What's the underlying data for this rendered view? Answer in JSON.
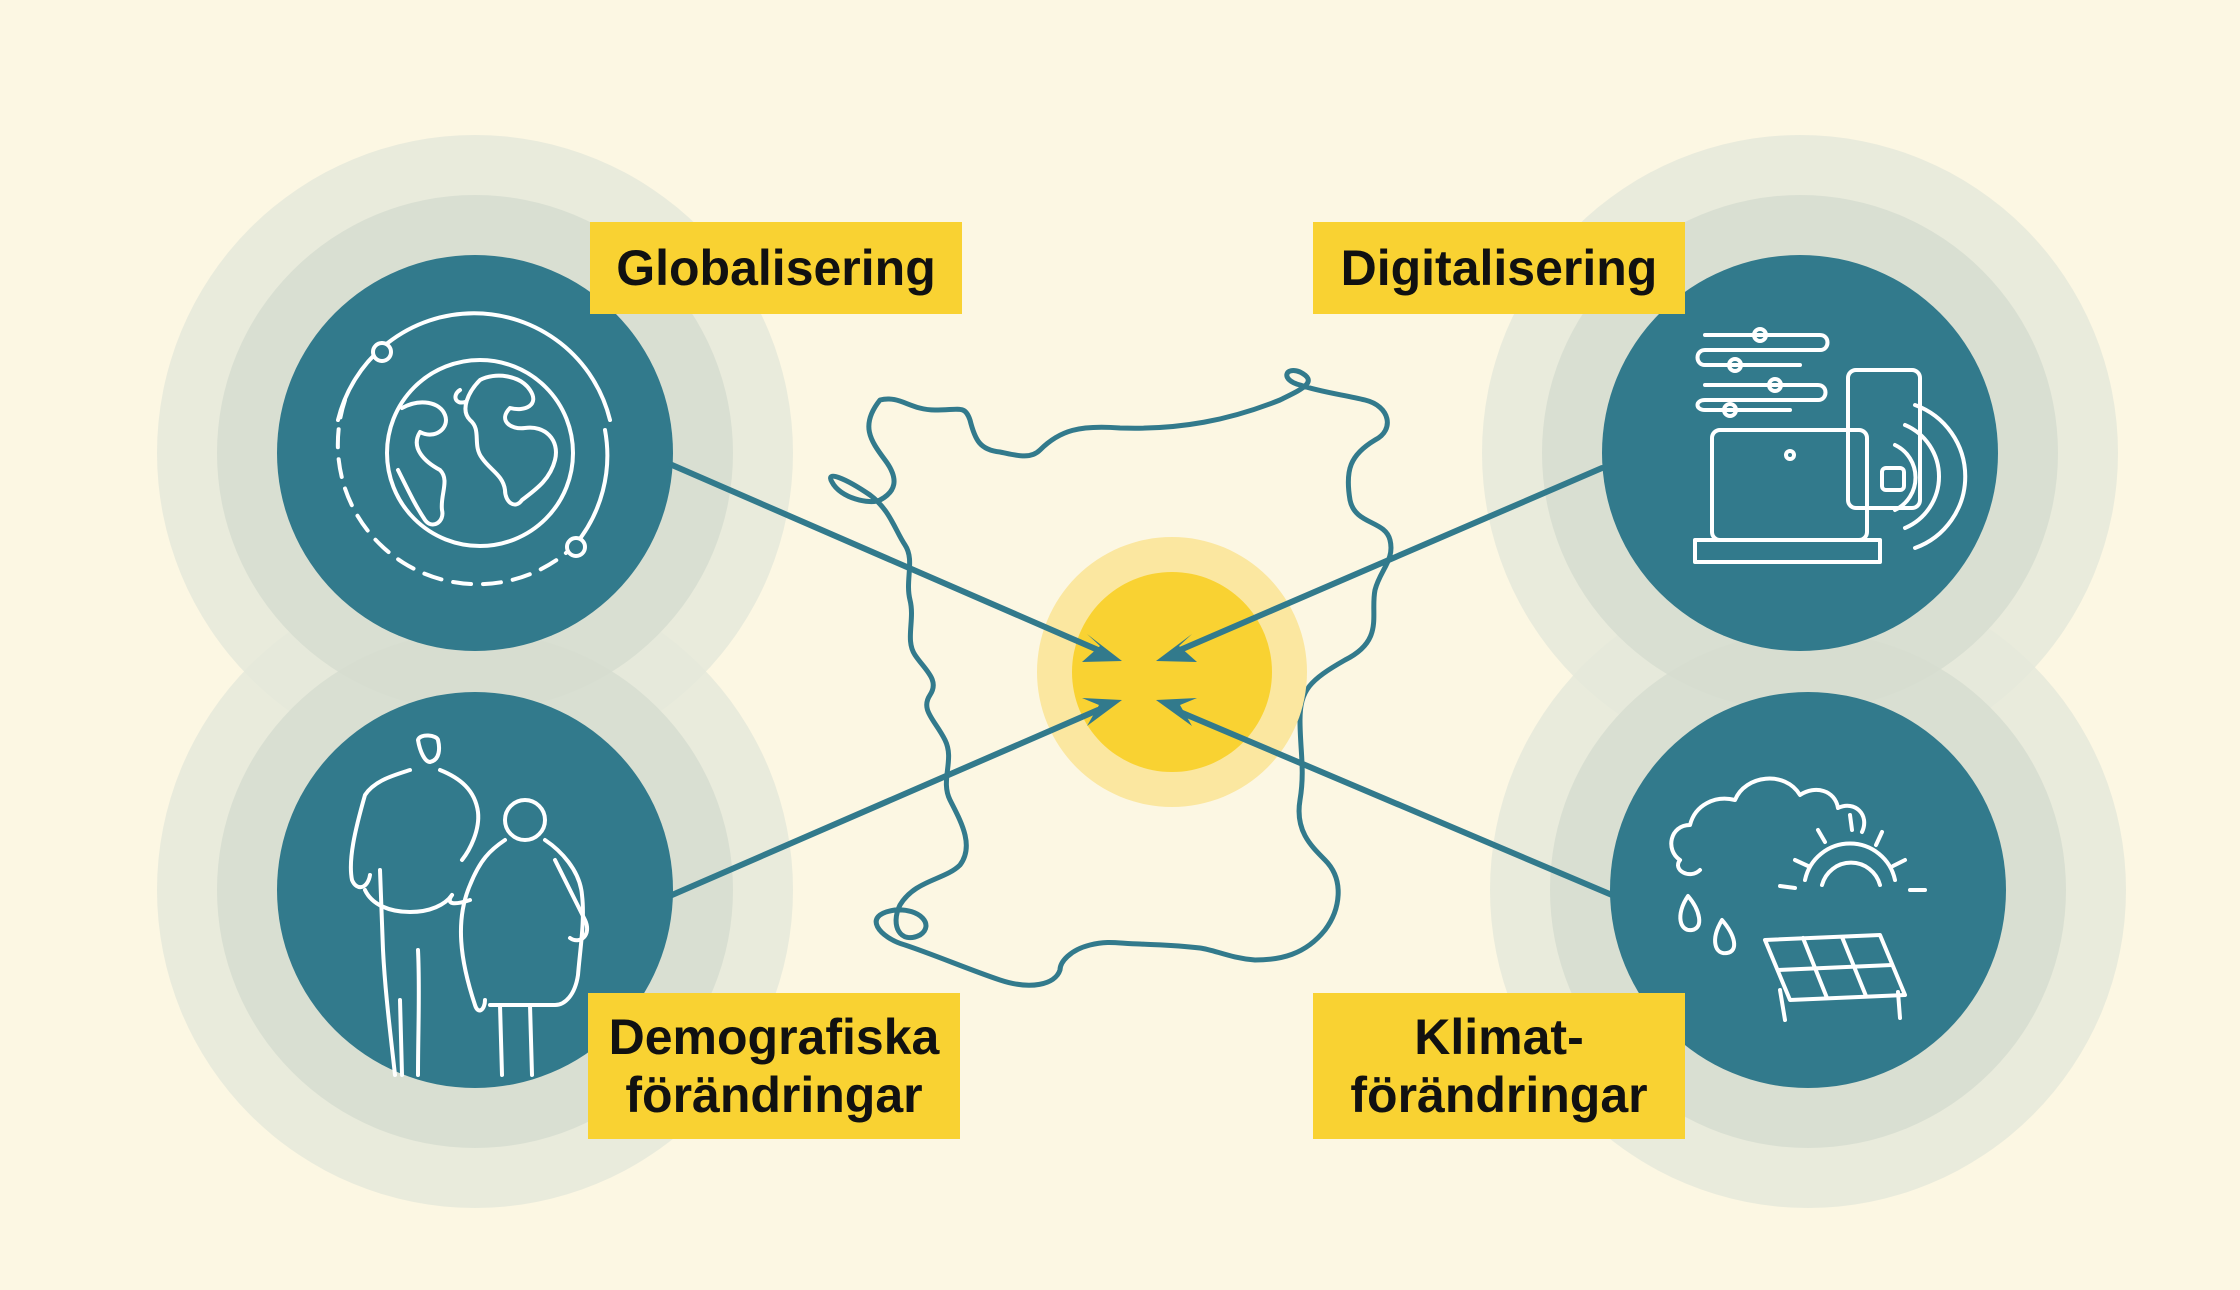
{
  "labels": {
    "globalisering": "Globalisering",
    "digitalisering": "Digitalisering",
    "demografiska_line1": "Demografiska",
    "demografiska_line2": "förändringar",
    "klimat_line1": "Klimat-",
    "klimat_line2": "förändringar"
  },
  "colors": {
    "background": "#fcf7e3",
    "ring_outer": "#e5e9da",
    "ring_inner": "#d6ddd0",
    "circle_fill": "#327a8c",
    "icon_stroke": "#ffffff",
    "label_fill": "#f9d232",
    "center_yellow": "#f9d232",
    "center_glow": "#fbe7a0",
    "arrow": "#327a8c",
    "map_outline": "#327a8c"
  },
  "icons": {
    "globalisering": "globe-orbit-icon",
    "digitalisering": "devices-wifi-icon",
    "demografiska": "elderly-couple-icon",
    "klimat": "weather-solar-panel-icon"
  }
}
